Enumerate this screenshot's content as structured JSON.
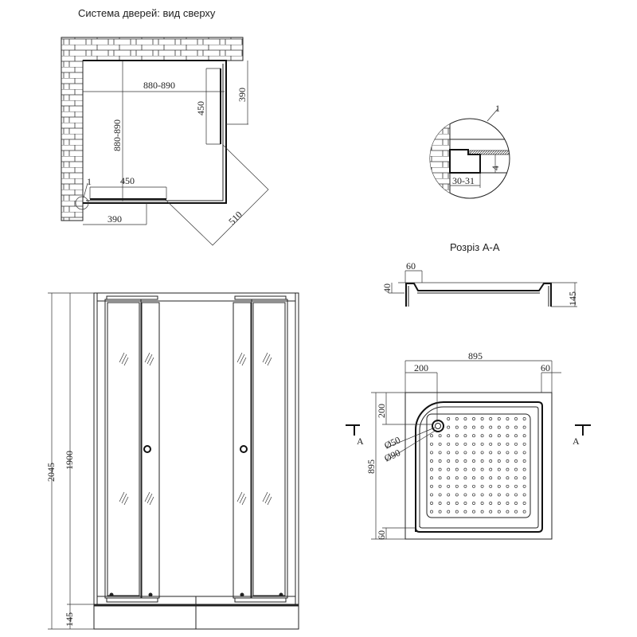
{
  "top_view": {
    "title": "Система дверей: вид сверху",
    "width_dim": "880-890",
    "depth_dim": "880-890",
    "door_right_450": "450",
    "door_right_390": "390",
    "door_bottom_450": "450",
    "door_bottom_390": "390",
    "swing_dim": "510",
    "callout": "1"
  },
  "detail": {
    "callout": "1",
    "width_dim": "30-31",
    "height_dim": "4"
  },
  "section": {
    "title": "Розріз А-А",
    "rim_width": "60",
    "rim_height": "40",
    "total_height": "145"
  },
  "tray": {
    "width": "895",
    "depth": "895",
    "drain_x": "200",
    "drain_y": "200",
    "rim_right": "60",
    "rim_bottom": "60",
    "drain_d1": "Ø50",
    "drain_d2": "Ø90",
    "section_mark_left": "A",
    "section_mark_right": "A"
  },
  "front_view": {
    "total_height": "2045",
    "glass_height": "1900",
    "base_height": "145"
  }
}
